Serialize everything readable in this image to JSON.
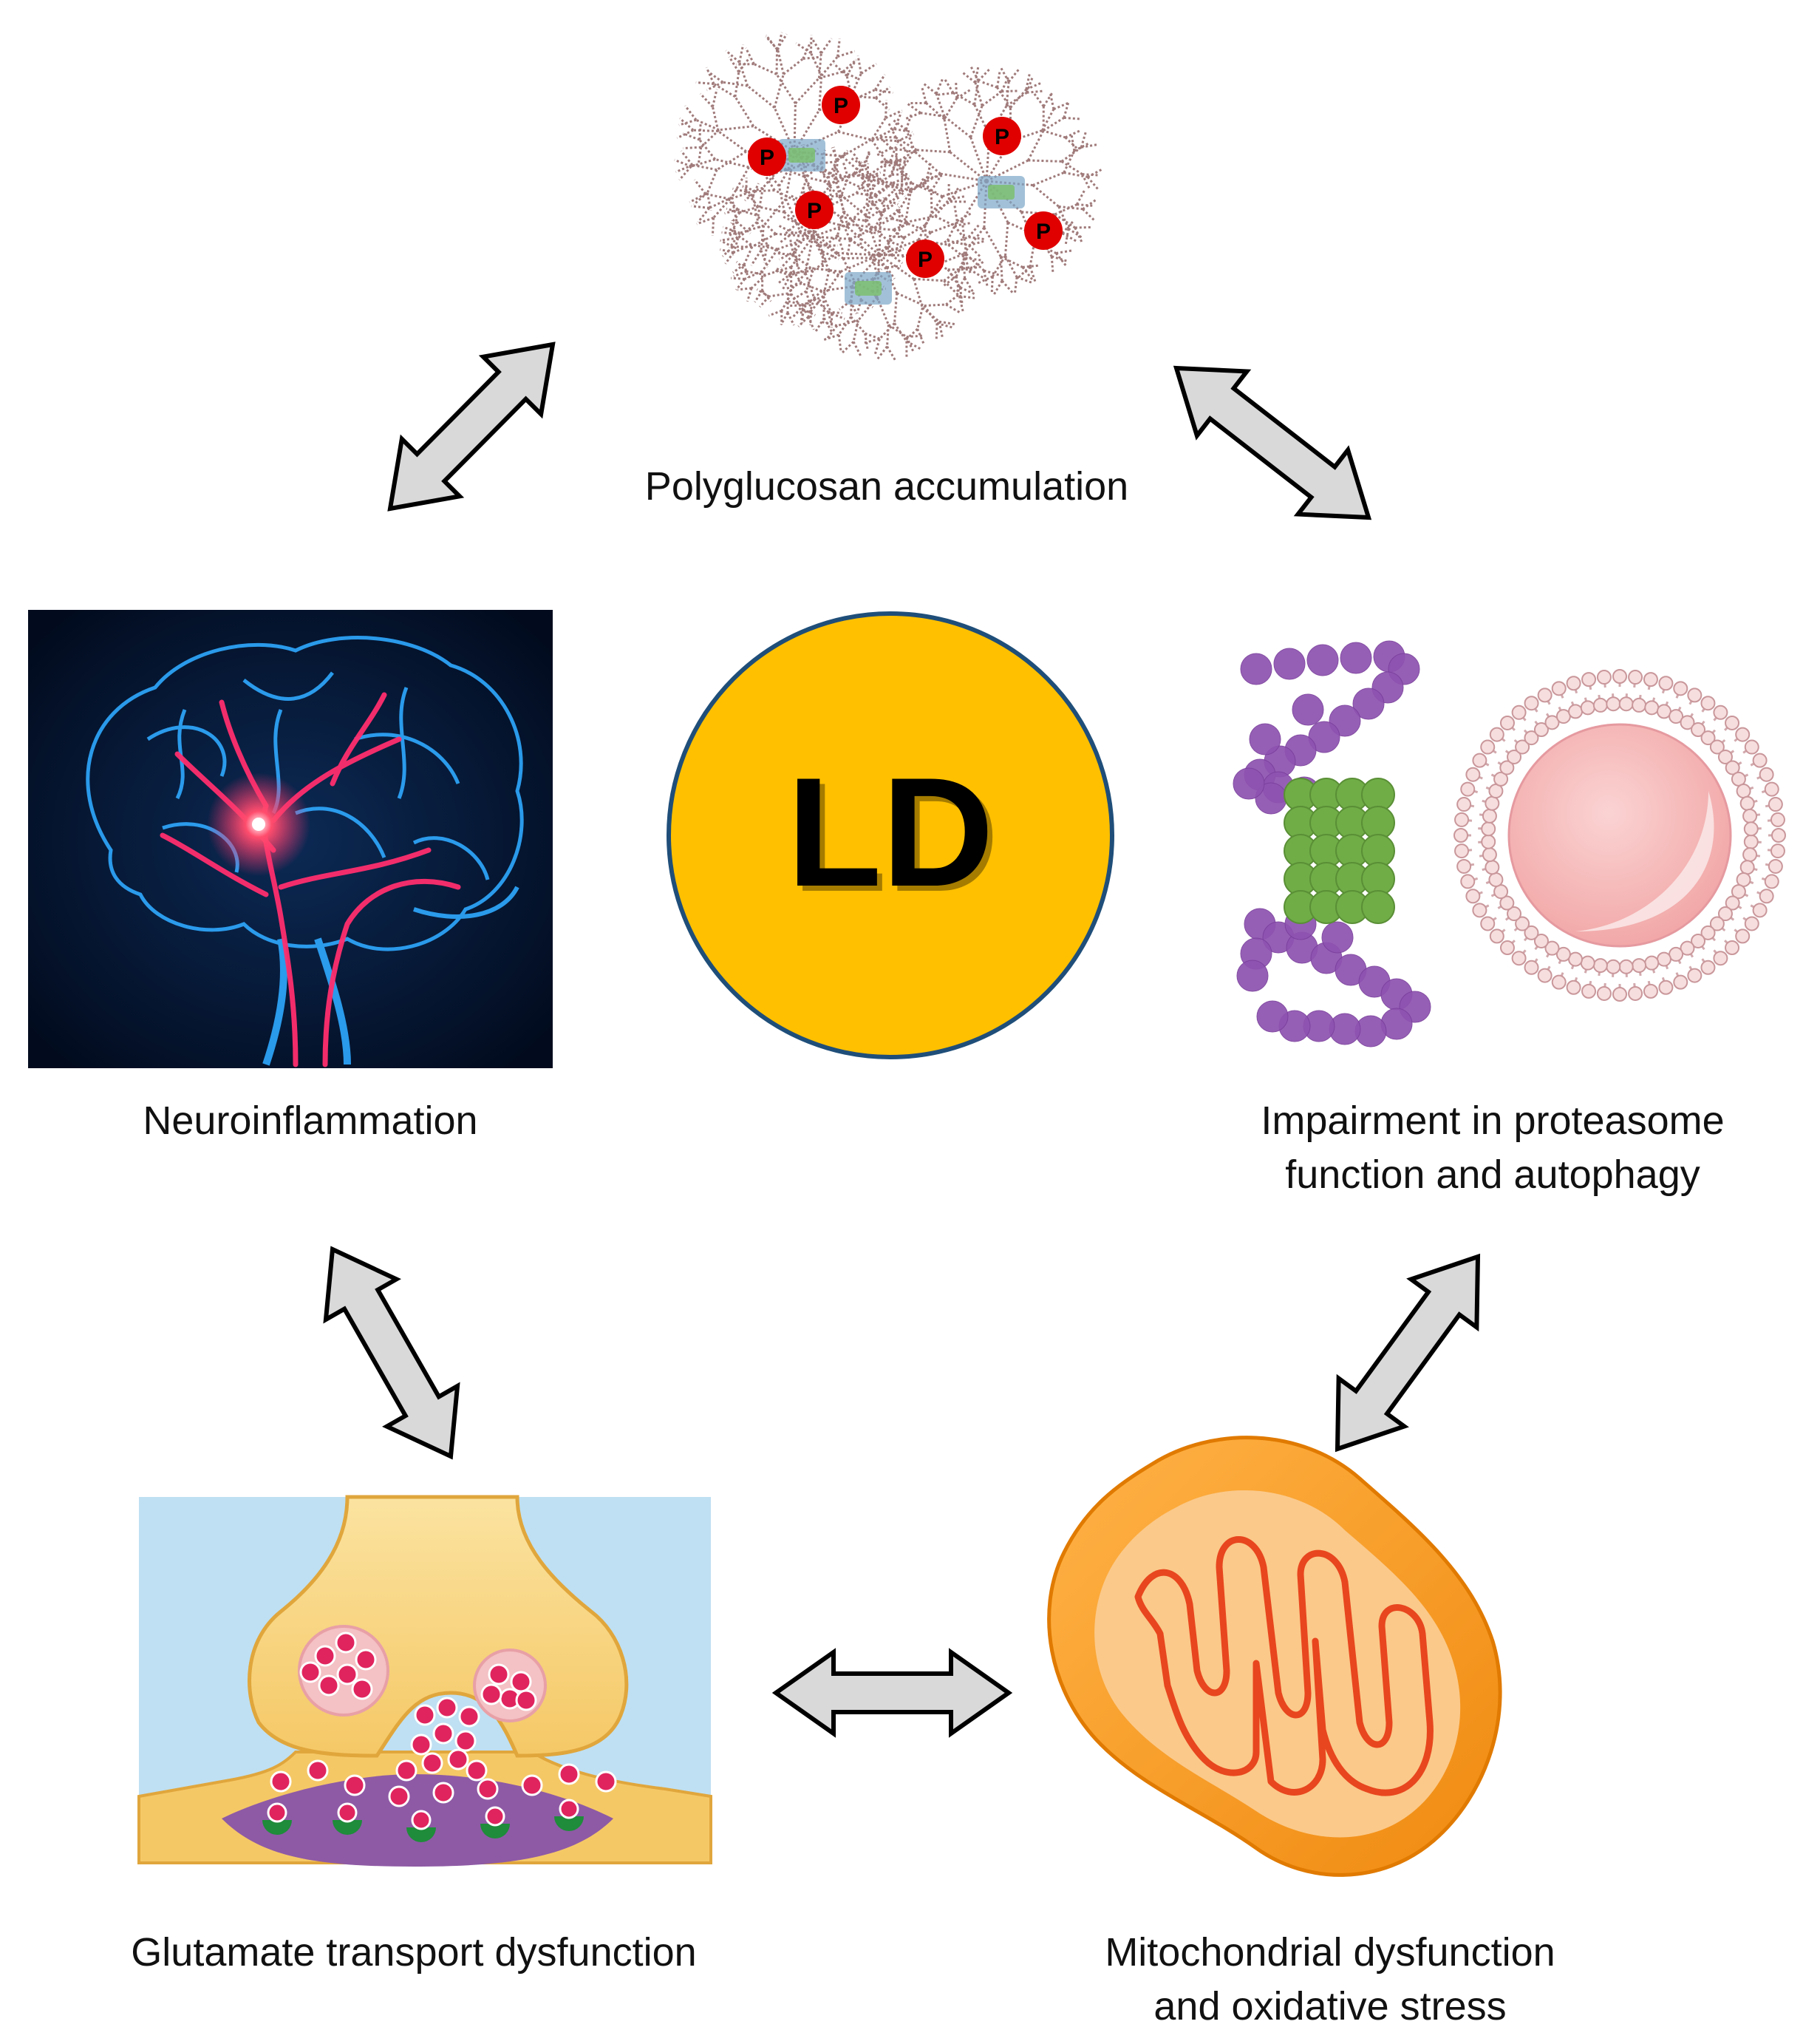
{
  "center": {
    "label": "LD",
    "fill": "#FFC000",
    "stroke": "#1F4E79"
  },
  "nodes": {
    "polyglucosan": {
      "label": "Polyglucosan accumulation",
      "phospho_marker": "P"
    },
    "neuroinflammation": {
      "label": "Neuroinflammation"
    },
    "proteasome": {
      "label_line1": "Impairment in proteasome",
      "label_line2": "function and autophagy"
    },
    "glutamate": {
      "label": "Glutamate transport dysfunction"
    },
    "mitochondria": {
      "label_line1": "Mitochondrial dysfunction",
      "label_line2": "and oxidative stress"
    }
  },
  "colors": {
    "arrow_fill": "#D9D9D9",
    "arrow_stroke": "#000000",
    "glycogen_branch": "#A07A7A",
    "phospho": "#E00000",
    "proteasome_cap": "#8E52B0",
    "proteasome_core": "#70AD47",
    "brain_bg": "#020B1E",
    "brain_glow": "#2FA9FF",
    "vessel": "#FF2E6E",
    "synapse_bg": "#BFE0F2",
    "synapse_body": "#F8D57A",
    "mito_outer": "#F39C12",
    "mito_inner": "#E8461E"
  },
  "icons": {
    "arrows": "double-headed-arrow-icon",
    "brain": "brain-icon",
    "proteasome": "proteasome-icon",
    "autophagosome": "autophagosome-icon",
    "synapse": "synapse-icon",
    "mitochondrion": "mitochondrion-icon",
    "glycogen": "glycogen-molecule-icon"
  }
}
